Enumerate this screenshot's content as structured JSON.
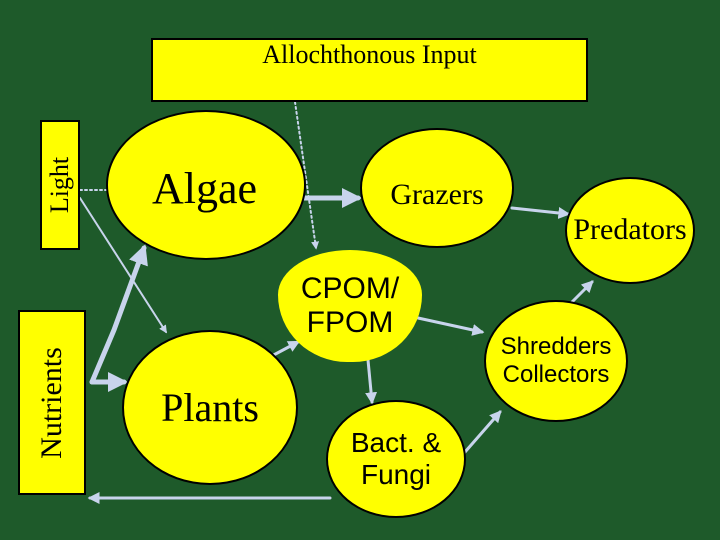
{
  "boxes": {
    "allochthonous": "Allochthonous Input",
    "light": "Light",
    "nutrients": "Nutrients"
  },
  "nodes": {
    "algae": "Algae",
    "grazers": "Grazers",
    "predators": "Predators",
    "cpom": "CPOM/\nFPOM",
    "shredders": "Shredders\nCollectors",
    "plants": "Plants",
    "bact": "Bact. &\nFungi"
  },
  "colors": {
    "background": "#1e5a2a",
    "fill": "#ffff00",
    "arrow": "#c8d4ec"
  }
}
